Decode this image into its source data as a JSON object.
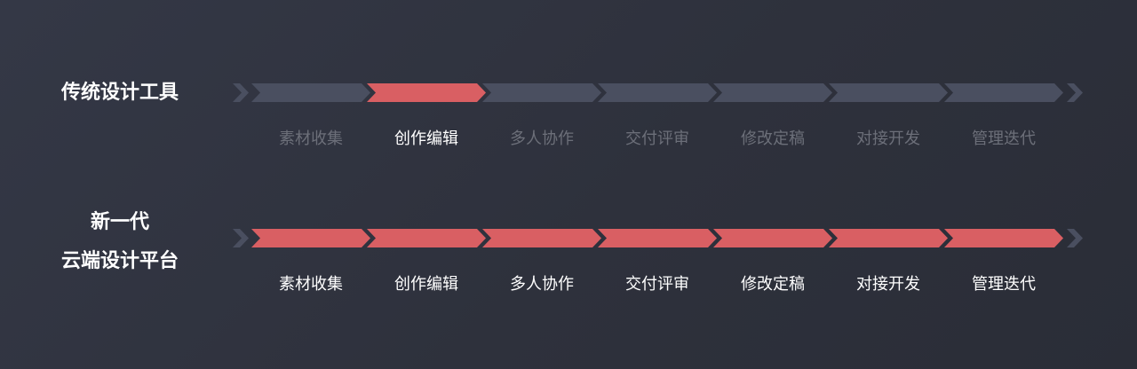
{
  "colors": {
    "active": "#d95f63",
    "inactive": "#4a4f60",
    "label_active": "#ffffff",
    "label_inactive": "#6c6f79"
  },
  "rows": [
    {
      "title": [
        "传统设计工具"
      ],
      "steps": [
        {
          "label": "素材收集",
          "active": false
        },
        {
          "label": "创作编辑",
          "active": true
        },
        {
          "label": "多人协作",
          "active": false
        },
        {
          "label": "交付评审",
          "active": false
        },
        {
          "label": "修改定稿",
          "active": false
        },
        {
          "label": "对接开发",
          "active": false
        },
        {
          "label": "管理迭代",
          "active": false
        }
      ]
    },
    {
      "title": [
        "新一代",
        "云端设计平台"
      ],
      "steps": [
        {
          "label": "素材收集",
          "active": true
        },
        {
          "label": "创作编辑",
          "active": true
        },
        {
          "label": "多人协作",
          "active": true
        },
        {
          "label": "交付评审",
          "active": true
        },
        {
          "label": "修改定稿",
          "active": true
        },
        {
          "label": "对接开发",
          "active": true
        },
        {
          "label": "管理迭代",
          "active": true
        }
      ]
    }
  ]
}
